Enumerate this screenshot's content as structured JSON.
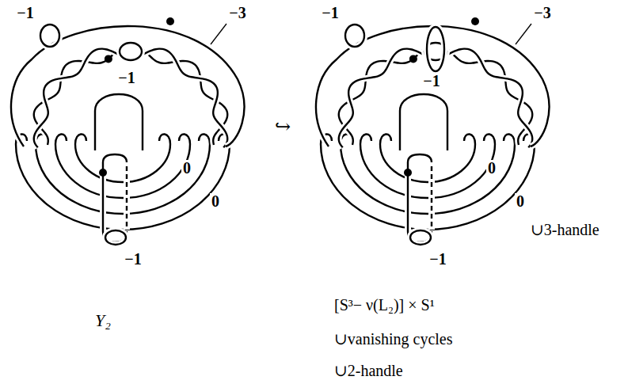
{
  "diagram": {
    "labels": [
      "−1",
      "−3",
      "−1",
      "0",
      "0",
      "−1",
      "↪",
      "−1",
      "−3",
      "−1",
      "0",
      "0",
      "−1",
      "∪3-handle",
      "Y₂",
      "[S³− ν(L₂)] × S¹",
      "∪vanishing cycles",
      "∪2-handle"
    ]
  }
}
